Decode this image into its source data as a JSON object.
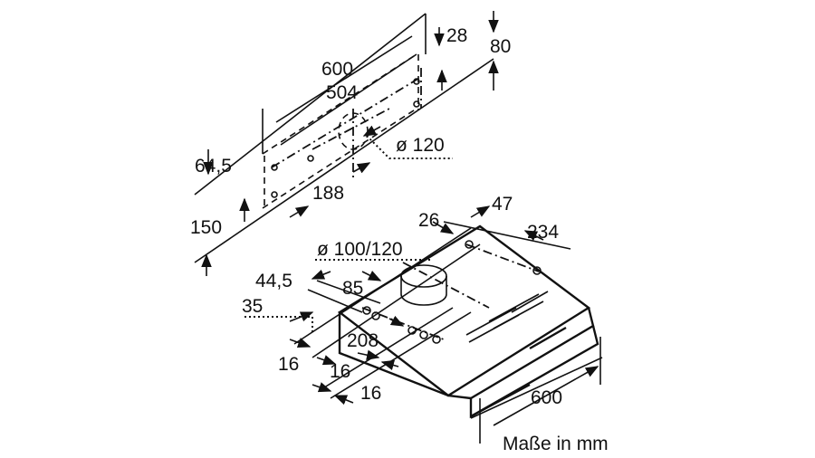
{
  "diagram": {
    "wall_mount_labels": {
      "width_600": "600",
      "width_504": "504",
      "dim_28": "28",
      "dim_80": "80",
      "dim_64_5": "64,5",
      "diameter_120": "ø 120",
      "dim_188": "188",
      "dim_150": "150"
    },
    "hood_labels": {
      "dim_26": "26",
      "dim_47": "47",
      "dim_234": "234",
      "diameter_100_120": "ø 100/120",
      "dim_44_5": "44,5",
      "dim_85": "85",
      "dim_35": "35",
      "dim_208": "208",
      "dim_16_a": "16",
      "dim_16_b": "16",
      "dim_16_c": "16",
      "width_600": "600"
    },
    "units_caption": "Maße in mm"
  }
}
